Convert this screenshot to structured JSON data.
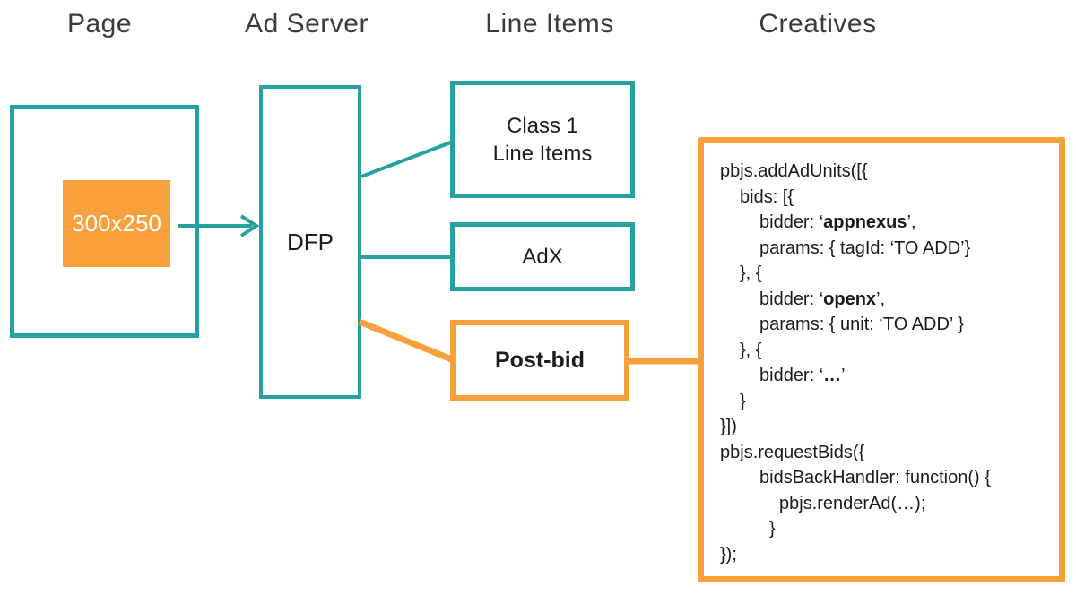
{
  "colors": {
    "teal": "#27A0A0",
    "orange": "#F7A03C",
    "heading_text": "#3B3B3B",
    "label_text": "#1C1C1C",
    "slot_text": "#FFFFFF"
  },
  "headers": {
    "page": "Page",
    "ad_server": "Ad Server",
    "line_items": "Line Items",
    "creatives": "Creatives"
  },
  "page": {
    "ad_slot": "300x250"
  },
  "ad_server": {
    "dfp": "DFP"
  },
  "line_items": {
    "class1": "Class 1\nLine Items",
    "adx": "AdX",
    "postbid": "Post-bid"
  },
  "creatives": {
    "code_lines": [
      {
        "indent": 0,
        "segments": [
          {
            "text": "pbjs.addAdUnits([{",
            "bold": false
          }
        ]
      },
      {
        "indent": 22,
        "segments": [
          {
            "text": "bids: [{",
            "bold": false
          }
        ]
      },
      {
        "indent": 44,
        "segments": [
          {
            "text": "bidder: ‘",
            "bold": false
          },
          {
            "text": "appnexus",
            "bold": true
          },
          {
            "text": "’,",
            "bold": false
          }
        ]
      },
      {
        "indent": 44,
        "segments": [
          {
            "text": "params: { tagId: ‘TO ADD’}",
            "bold": false
          }
        ]
      },
      {
        "indent": 22,
        "segments": [
          {
            "text": "}, {",
            "bold": false
          }
        ]
      },
      {
        "indent": 44,
        "segments": [
          {
            "text": "bidder: ‘",
            "bold": false
          },
          {
            "text": "openx",
            "bold": true
          },
          {
            "text": "’,",
            "bold": false
          }
        ]
      },
      {
        "indent": 44,
        "segments": [
          {
            "text": "params: { unit: ‘TO ADD’ }",
            "bold": false
          }
        ]
      },
      {
        "indent": 22,
        "segments": [
          {
            "text": "}, {",
            "bold": false
          }
        ]
      },
      {
        "indent": 44,
        "segments": [
          {
            "text": "bidder: ‘",
            "bold": false
          },
          {
            "text": "…",
            "bold": true
          },
          {
            "text": "’",
            "bold": false
          }
        ]
      },
      {
        "indent": 22,
        "segments": [
          {
            "text": "}",
            "bold": false
          }
        ]
      },
      {
        "indent": 0,
        "segments": [
          {
            "text": "}])",
            "bold": false
          }
        ]
      },
      {
        "indent": 0,
        "segments": [
          {
            "text": "pbjs.requestBids({",
            "bold": false
          }
        ]
      },
      {
        "indent": 44,
        "segments": [
          {
            "text": "bidsBackHandler: function() {",
            "bold": false
          }
        ]
      },
      {
        "indent": 66,
        "segments": [
          {
            "text": "pbjs.renderAd(…);",
            "bold": false
          }
        ]
      },
      {
        "indent": 55,
        "segments": [
          {
            "text": "}",
            "bold": false
          }
        ]
      },
      {
        "indent": 0,
        "segments": [
          {
            "text": "});",
            "bold": false
          }
        ]
      }
    ]
  }
}
